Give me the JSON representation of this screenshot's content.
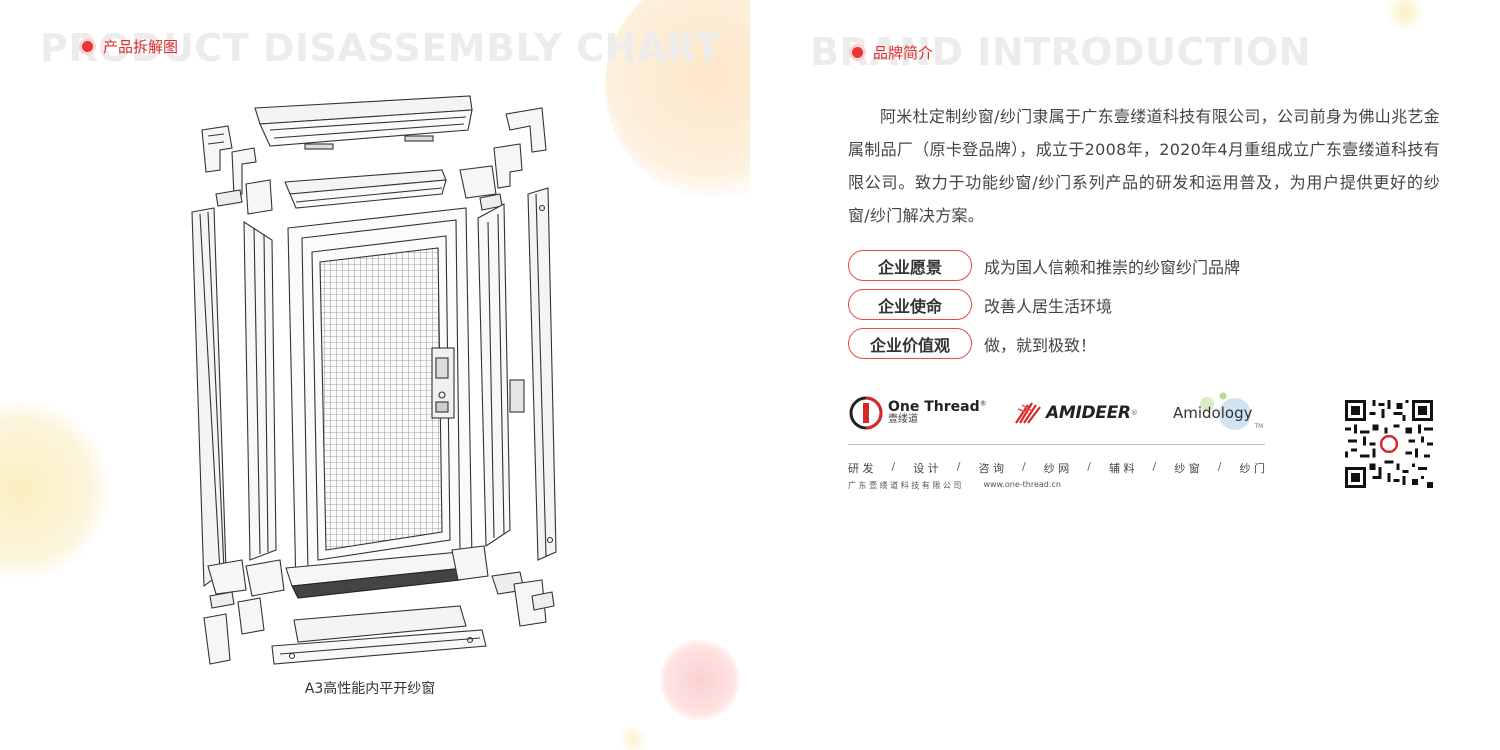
{
  "left_page": {
    "bg_title": "PRODUCT DISASSEMBLY CHART",
    "label": "产品拆解图",
    "caption": "A3高性能内平开纱窗"
  },
  "right_page": {
    "bg_title": "BRAND INTRODUCTION",
    "label": "品牌简介",
    "intro": "阿米杜定制纱窗/纱门隶属于广东壹缕道科技有限公司，公司前身为佛山兆艺金属制品厂（原卡登品牌），成立于2008年，2020年4月重组成立广东壹缕道科技有限公司。致力于功能纱窗/纱门系列产品的研发和运用普及，为用户提供更好的纱窗/纱门解决方案。",
    "values": [
      {
        "label": "企业愿景",
        "text": "成为国人信赖和推崇的纱窗纱门品牌"
      },
      {
        "label": "企业使命",
        "text": "改善人居生活环境"
      },
      {
        "label": "企业价值观",
        "text": "做，就到极致！"
      }
    ],
    "logos": {
      "onethread_en": "One Thread",
      "onethread_zh": "壹缕道",
      "amideer": "AMIDEER",
      "amidology": "Amidology",
      "registered": "®",
      "tm": "TM"
    },
    "services": [
      "研 发",
      "设 计",
      "咨 询",
      "纱 网",
      "辅 料",
      "纱 窗",
      "纱 门"
    ],
    "service_separator": "/",
    "company": "广 东 壹 缕 道 科 技 有 限 公 司",
    "website": "www.one-thread.cn"
  },
  "colors": {
    "accent": "#e8353a",
    "pill_border": "#e84a4a",
    "bg_title": "#ececec"
  }
}
